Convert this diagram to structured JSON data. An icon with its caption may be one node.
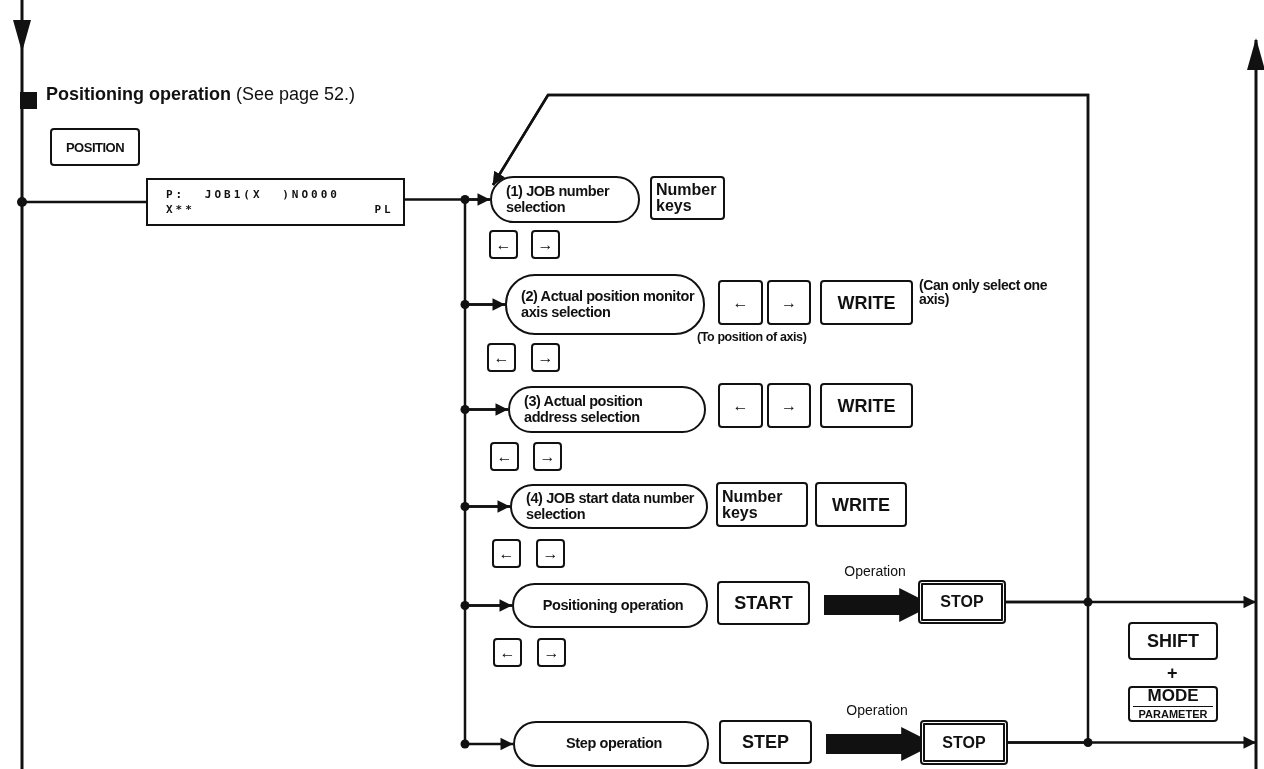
{
  "diagram": {
    "title": "**Positioning operation** (See page 52.)",
    "nodes": [
      {
        "text": [
          "POSITION"
        ]
      },
      {
        "text": [
          "P: JOB1(X )NO000",
          "X** PL"
        ]
      },
      {
        "text": [
          "(1) JOB number selection"
        ]
      },
      {
        "text": [
          "Number keys"
        ]
      },
      {
        "text": [
          "←"
        ]
      },
      {
        "text": [
          "→"
        ]
      },
      {
        "text": [
          "(2) Actual position monitor axis selection"
        ]
      },
      {
        "text": [
          "←"
        ]
      },
      {
        "text": [
          "→"
        ]
      },
      {
        "text": [
          "WRITE"
        ],
        "beside": [
          "(Can only select one axis)"
        ]
      },
      {
        "text": [
          "←"
        ]
      },
      {
        "text": [
          "→"
        ]
      },
      {
        "text": [
          "(3) Actual position address selection"
        ]
      },
      {
        "text": [
          "←"
        ]
      },
      {
        "text": [
          "→"
        ]
      },
      {
        "text": [
          "WRITE"
        ]
      },
      {
        "text": [
          "←"
        ]
      },
      {
        "text": [
          "→"
        ]
      },
      {
        "text": [
          "(4) JOB start data number selection"
        ]
      },
      {
        "text": [
          "Number keys"
        ]
      },
      {
        "text": [
          "WRITE"
        ]
      },
      {
        "text": [
          "←"
        ]
      },
      {
        "text": [
          "→"
        ]
      },
      {
        "text": [
          "Positioning operation"
        ]
      },
      {
        "text": [
          "START"
        ]
      },
      {
        "text": [
          "STOP"
        ]
      },
      {
        "text": [
          "←"
        ]
      },
      {
        "text": [
          "→"
        ]
      },
      {
        "text": [
          "Step operation"
        ]
      },
      {
        "text": [
          "STEP"
        ]
      },
      {
        "text": [
          "STOP"
        ]
      },
      {
        "text": [
          "SHIFT"
        ]
      },
      {
        "text": [
          "MODE",
          "PARAMETER"
        ]
      }
    ],
    "edges": [
      {
        "from": null,
        "to": 1,
        "arrow": "other"
      },
      {
        "from": 1,
        "to": 2,
        "arrow": "to"
      },
      {
        "from": 2,
        "to": 6,
        "arrow": "to"
      },
      {
        "from": 6,
        "to": 12,
        "arrow": "to"
      },
      {
        "from": 12,
        "to": 18,
        "arrow": "to"
      },
      {
        "from": 18,
        "to": 23,
        "arrow": "to"
      },
      {
        "from": 23,
        "to": 28,
        "arrow": "to"
      },
      {
        "from": 24,
        "to": 25,
        "arrow": "to",
        "label": "Operation",
        "style": "thick"
      },
      {
        "from": 29,
        "to": 30,
        "arrow": "to",
        "label": "Operation",
        "style": "thick"
      },
      {
        "from": 25,
        "to": null,
        "arrow": "to"
      },
      {
        "from": 30,
        "to": null,
        "arrow": "to"
      },
      {
        "from": 25,
        "to": 2,
        "arrow": "to"
      },
      {
        "from": 30,
        "to": 2,
        "arrow": "to"
      }
    ],
    "labels": [
      "(To position of axis)",
      "+"
    ]
  }
}
